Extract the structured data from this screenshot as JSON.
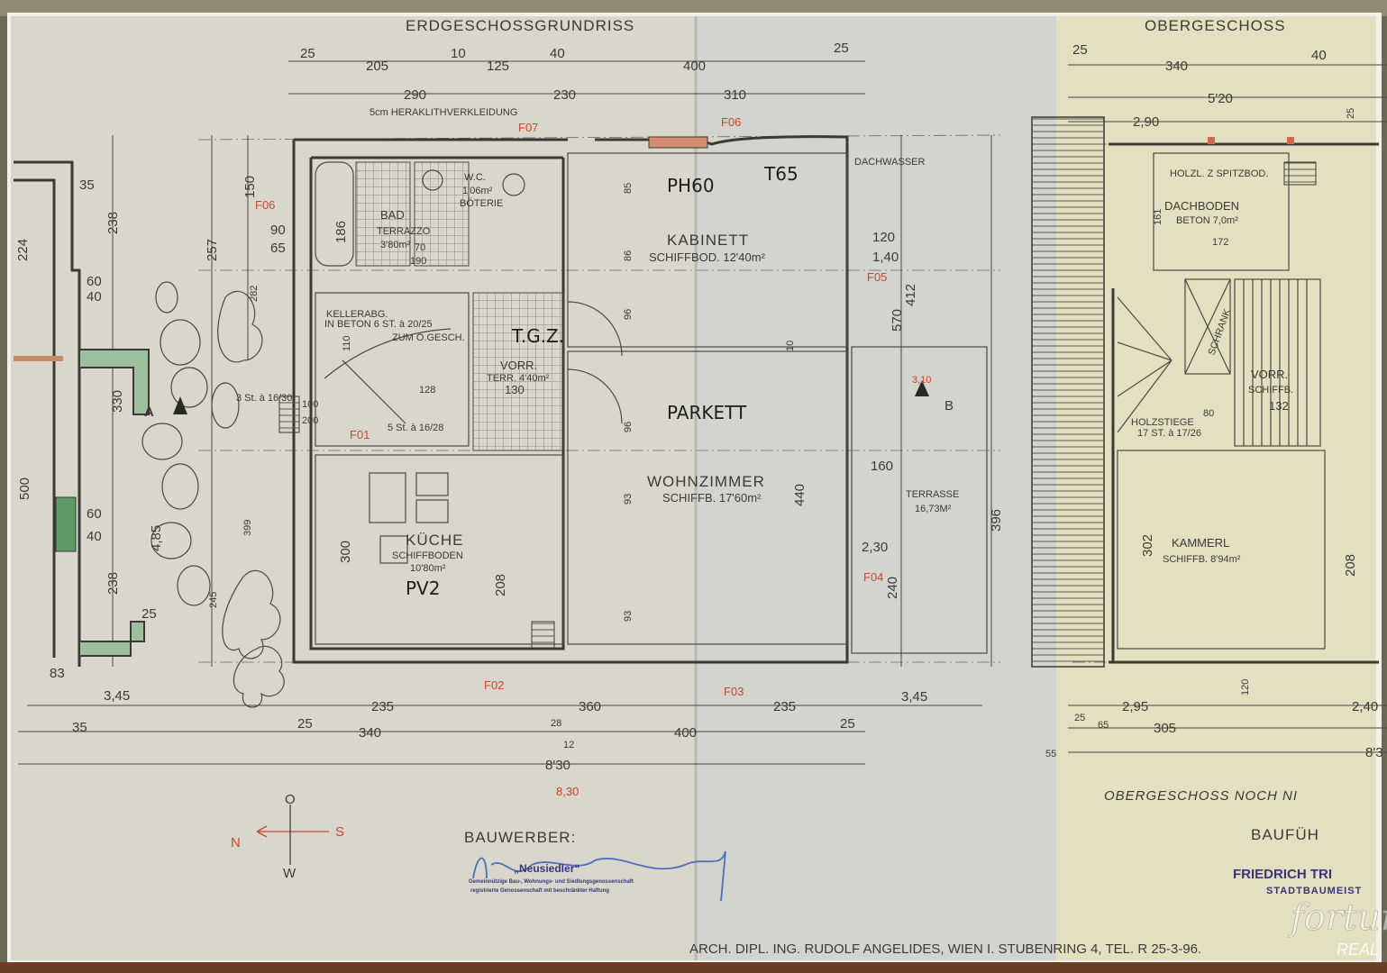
{
  "titles": {
    "ground_floor": "ERDGESCHOSSGRUNDRISS",
    "upper_floor": "OBERGESCHOSS",
    "upper_floor_note": "OBERGESCHOSS NOCH NI"
  },
  "rooms": {
    "bad": {
      "name": "BAD",
      "floor": "TERRAZZO",
      "area": "3'80m²"
    },
    "wc": {
      "name": "W.C.",
      "area": "1'06m²",
      "note": "BÖTERIE"
    },
    "kabinett": {
      "name": "KABINETT",
      "floor": "SCHIFFBOD. 12'40m²"
    },
    "vorraum": {
      "name": "VORR.",
      "floor": "TERR. 4'40m²",
      "width": "130"
    },
    "kellerabgang": {
      "line1": "KELLERABG.",
      "line2": "IN BETON 6 ST. à 20/25",
      "line3": "ZUM O.GESCH."
    },
    "kueche": {
      "name": "KÜCHE",
      "floor": "SCHIFFBODEN",
      "area": "10'80m²"
    },
    "wohnzimmer": {
      "name": "WOHNZIMMER",
      "floor": "SCHIFFB. 17'60m²"
    },
    "terrasse": {
      "name": "TERRASSE",
      "area": "16,73M²"
    },
    "dachboden": {
      "name": "DACHBODEN",
      "floor": "BETON 7,0m²",
      "note": "HOLZL. Z SPITZBOD."
    },
    "schrank": {
      "name": "SCHRANK"
    },
    "holzstiege": {
      "name": "HOLZSTIEGE",
      "steps": "17 ST. à 17/26"
    },
    "vorraum_og": {
      "name": "VORR.",
      "floor": "SCHIFFB.",
      "width": "132"
    },
    "kammerl": {
      "name": "KAMMERL",
      "floor": "SCHIFFB. 8'94m²"
    }
  },
  "annotations": {
    "heraklith": "5cm HERAKLITHVERKLEIDUNG",
    "dachwasser": "DACHWASSER",
    "stairs_entry": "3 St. à 16/30",
    "stairs_inner": "5 St. à 16/28",
    "section_a": "A",
    "section_b": "B",
    "ph60": "PH60",
    "t65": "T65",
    "tgz": "T.G.Z.",
    "parkett": "PARKETT",
    "pv2": "PV2",
    "red_marks": [
      "F07",
      "F06",
      "F05",
      "F01",
      "F04",
      "F02",
      "F03",
      "F06",
      "8,30",
      "3,10"
    ]
  },
  "dimensions": {
    "top_row1": [
      "25",
      "205",
      "10",
      "125",
      "40",
      "400",
      "25"
    ],
    "top_row2": [
      "290",
      "230",
      "310"
    ],
    "top_right": [
      "25",
      "340",
      "40",
      "5'20",
      "2,90",
      "25"
    ],
    "bottom_row1": [
      "235",
      "360",
      "235",
      "3,45"
    ],
    "bottom_row2": [
      "25",
      "340",
      "28",
      "12",
      "400",
      "25"
    ],
    "bottom_total": "8'30",
    "bottom_right": [
      "2,95",
      "120",
      "2,40",
      "305",
      "65",
      "25",
      "55",
      "8'3"
    ],
    "left": [
      "224",
      "238",
      "60",
      "40",
      "257",
      "330",
      "500",
      "60",
      "40",
      "4,85",
      "238",
      "25",
      "83",
      "3,45",
      "35",
      "35",
      "150",
      "90",
      "65",
      "282",
      "399",
      "245"
    ],
    "interior": [
      "186",
      "300",
      "208",
      "440",
      "412",
      "570",
      "396",
      "302",
      "208",
      "161",
      "172",
      "80",
      "120",
      "1,40",
      "160",
      "2,30",
      "240",
      "10",
      "96",
      "96",
      "93",
      "93",
      "128",
      "110",
      "100",
      "200",
      "70",
      "190",
      "85",
      "86"
    ]
  },
  "compass": {
    "north": "N",
    "south": "S",
    "east": "O",
    "west": "W"
  },
  "footer": {
    "bauwerber_label": "BAUWERBER:",
    "bauwerber_stamp_title": "„Neusiedler“",
    "bauwerber_stamp_line1": "Gemeinnützige Bau-, Wohnungs- und Siedlungsgenossenschaft",
    "bauwerber_stamp_line2": "registrierte Genossenschaft mit beschränkter Haftung",
    "baufuehrer_label": "BAUFÜH",
    "baufuehrer_stamp_title": "FRIEDRICH TRI",
    "baufuehrer_stamp_line1": "STADTBAUMEIST",
    "architect": "ARCH. DIPL. ING. RUDOLF ANGELIDES, WIEN I. STUBENRING 4, TEL. R 25-3-96."
  },
  "watermark": {
    "brand": "fortuna",
    "sub": "REAL"
  },
  "colors": {
    "paper_left": "#d9d7cb",
    "paper_mid": "#d3d4cf",
    "paper_right": "#e3e0c2",
    "ink": "#3b3a33",
    "red_ink": "#c8482c",
    "stamp": "#3b3578",
    "signature": "#4f6fb8"
  }
}
